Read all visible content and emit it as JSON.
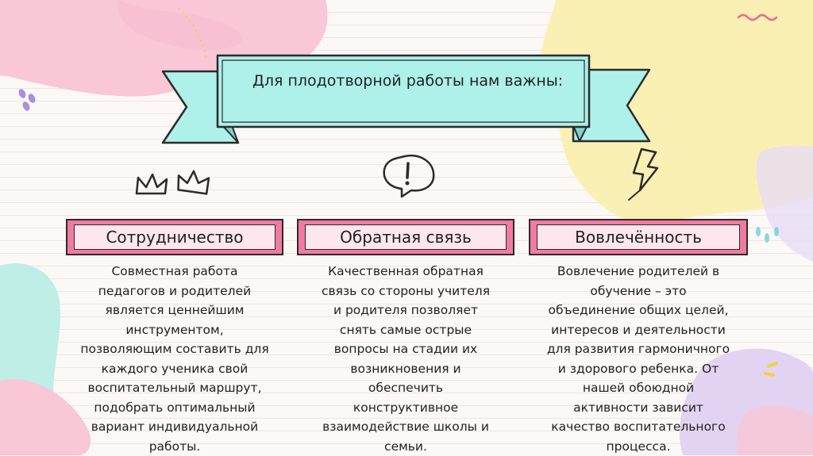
{
  "title": "Для плодотворной работы нам важны:",
  "cards": [
    {
      "heading": "Сотрудничество",
      "text": "Совместная работа\nпедагогов и родителей\nявляется ценнейшим\nинструментом,\nпозволяющим составить для\nкаждого ученика свой\nвоспитательный маршрут,\nподобрать оптимальный\nвариант индивидуальной\nработы."
    },
    {
      "heading": "Обратная связь",
      "text": "Качественная обратная\nсвязь со стороны учителя\nи родителя позволяет\nснять самые острые\nвопросы на стадии их\nвозникновения и\nобеспечить\nконструктивное\nвзаимодействие школы и\nсемьи."
    },
    {
      "heading": "Вовлечённость",
      "text": "Вовлечение родителей в\nобучение – это\nобъединение общих целей,\nинтересов и деятельности\nдля развития гармоничного\nи здорового ребенка. От\nнашей обоюдной\nактивности зависит\nкачество воспитательного\nпроцесса."
    }
  ],
  "colors": {
    "ribbon": "#aef0ea",
    "header_outer": "#f27aa2",
    "header_inner": "#fde6ee",
    "blob_pink": "#f9c7d6",
    "blob_yellow": "#fbf0b4",
    "blob_mint": "#bfeee6",
    "blob_lilac": "#e2d3f3"
  },
  "icons": [
    "crown-icon",
    "crown-icon",
    "speech-bubble-exclamation-icon",
    "lightning-bolt-icon"
  ]
}
